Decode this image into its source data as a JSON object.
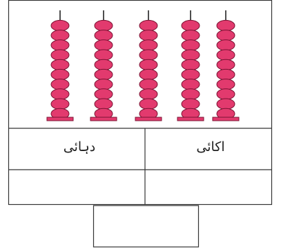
{
  "abacus": {
    "rods": [
      {
        "beads": 10
      },
      {
        "beads": 10
      },
      {
        "beads": 10
      },
      {
        "beads": 10
      },
      {
        "beads": 10
      }
    ],
    "bead_color": "#e23a6e",
    "bead_outline": "#7a1232",
    "base_color": "#e23a6e"
  },
  "place_value_table": {
    "headers": {
      "tens": "دہائی",
      "ones": "اکائی"
    }
  },
  "line_color": "#333333"
}
